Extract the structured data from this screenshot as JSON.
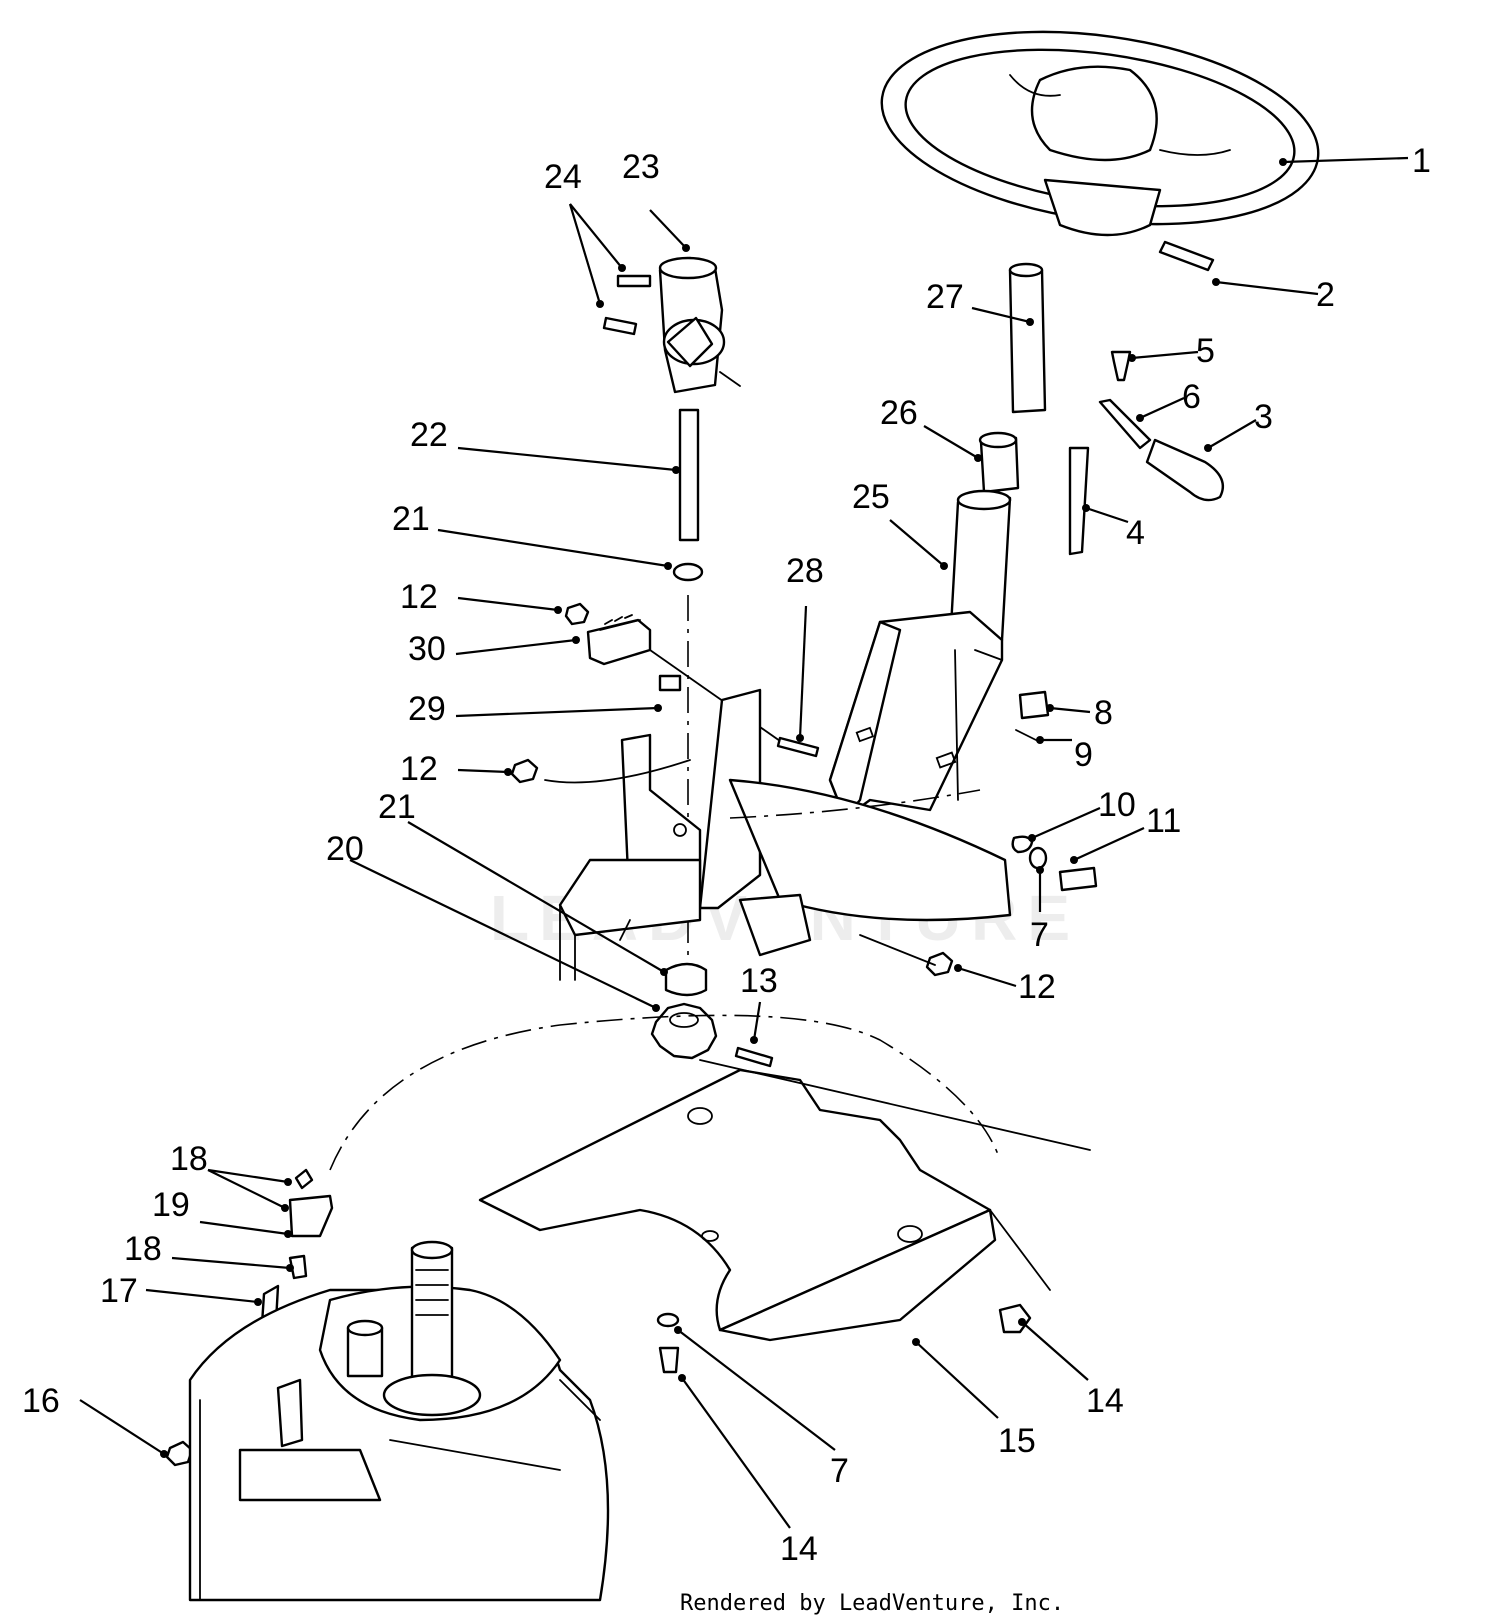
{
  "watermark_text": "LEADVENTURE",
  "credit_text": "Rendered by LeadVenture, Inc.",
  "callouts": [
    {
      "id": "c1",
      "text": "1"
    },
    {
      "id": "c2",
      "text": "2"
    },
    {
      "id": "c3",
      "text": "3"
    },
    {
      "id": "c4",
      "text": "4"
    },
    {
      "id": "c5",
      "text": "5"
    },
    {
      "id": "c6",
      "text": "6"
    },
    {
      "id": "c7a",
      "text": "7"
    },
    {
      "id": "c7b",
      "text": "7"
    },
    {
      "id": "c8",
      "text": "8"
    },
    {
      "id": "c9",
      "text": "9"
    },
    {
      "id": "c10",
      "text": "10"
    },
    {
      "id": "c11",
      "text": "11"
    },
    {
      "id": "c12a",
      "text": "12"
    },
    {
      "id": "c12b",
      "text": "12"
    },
    {
      "id": "c12c",
      "text": "12"
    },
    {
      "id": "c13",
      "text": "13"
    },
    {
      "id": "c14a",
      "text": "14"
    },
    {
      "id": "c14b",
      "text": "14"
    },
    {
      "id": "c15",
      "text": "15"
    },
    {
      "id": "c16",
      "text": "16"
    },
    {
      "id": "c17",
      "text": "17"
    },
    {
      "id": "c18a",
      "text": "18"
    },
    {
      "id": "c18b",
      "text": "18"
    },
    {
      "id": "c19",
      "text": "19"
    },
    {
      "id": "c20",
      "text": "20"
    },
    {
      "id": "c21a",
      "text": "21"
    },
    {
      "id": "c21b",
      "text": "21"
    },
    {
      "id": "c22",
      "text": "22"
    },
    {
      "id": "c23",
      "text": "23"
    },
    {
      "id": "c24",
      "text": "24"
    },
    {
      "id": "c25",
      "text": "25"
    },
    {
      "id": "c26",
      "text": "26"
    },
    {
      "id": "c27",
      "text": "27"
    },
    {
      "id": "c28",
      "text": "28"
    },
    {
      "id": "c29",
      "text": "29"
    },
    {
      "id": "c30",
      "text": "30"
    }
  ]
}
